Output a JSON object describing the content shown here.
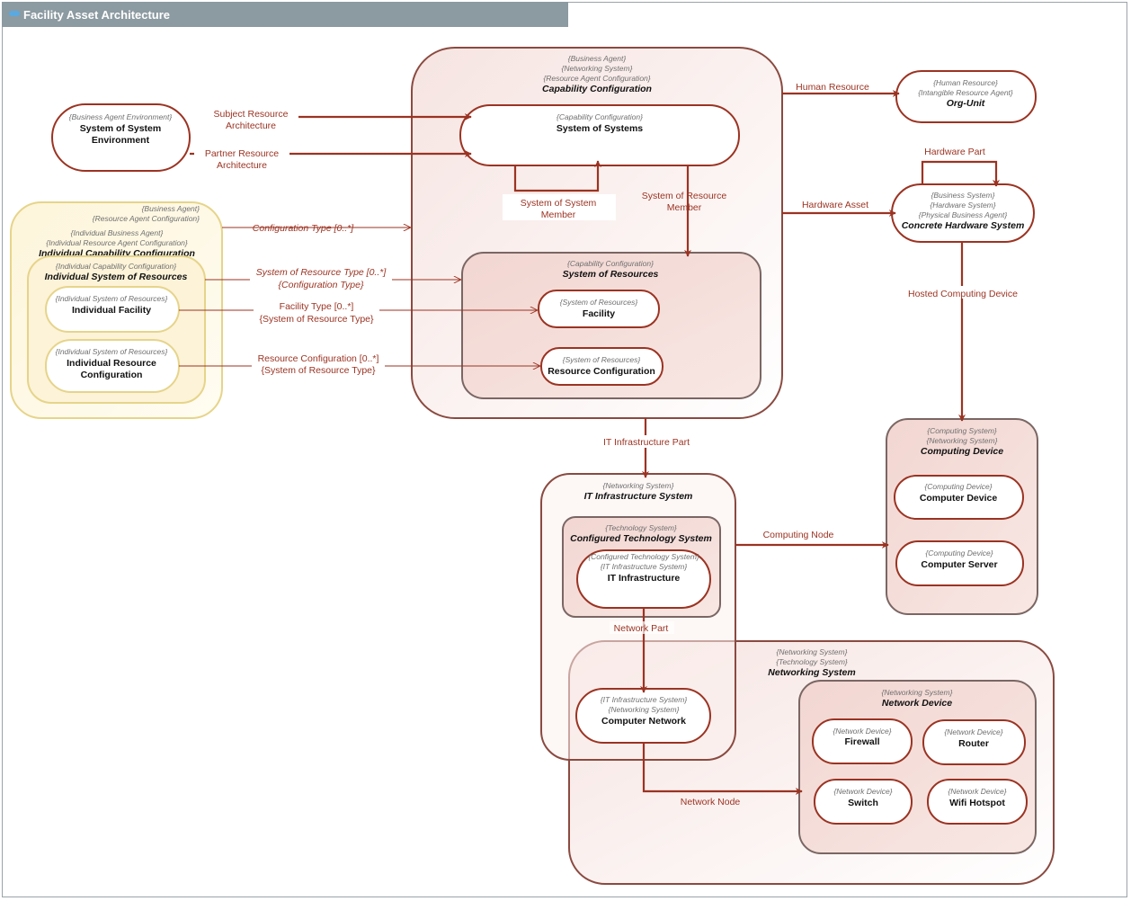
{
  "window": {
    "title": "Facility Asset Architecture"
  },
  "nodes": {
    "cap_config": {
      "stereotypes": [
        "{Business Agent}",
        "{Networking System}",
        "{Resource Agent Configuration}"
      ],
      "name": "Capability Configuration"
    },
    "sos": {
      "stereotypes": [
        "{Capability Configuration}"
      ],
      "name": "System of Systems"
    },
    "sos_env": {
      "stereotypes": [
        "{Business Agent Environment}"
      ],
      "name": [
        "System of System",
        "Environment"
      ]
    },
    "org_unit": {
      "stereotypes": [
        "{Human Resource}",
        "{Intangible Resource Agent}"
      ],
      "name": "Org-Unit"
    },
    "concrete_hw": {
      "stereotypes": [
        "{Business System}",
        "{Hardware System}",
        "{Physical Business Agent}"
      ],
      "name": "Concrete Hardware System"
    },
    "outer_yellow": {
      "stereotypes": [
        "{Business Agent}",
        "{Resource Agent Configuration}",
        "{Individual Business Agent}",
        "{Individual Resource Agent Configuration}"
      ],
      "name": "Individual Capability Configuration"
    },
    "ind_sor": {
      "stereotypes": [
        "{Individual Capability Configuration}"
      ],
      "name": "Individual System of Resources"
    },
    "ind_facility": {
      "stereotypes": [
        "{Individual System of Resources}"
      ],
      "name": "Individual Facility"
    },
    "ind_res_config": {
      "stereotypes": [
        "{Individual System of Resources}"
      ],
      "name": [
        "Individual Resource",
        "Configuration"
      ]
    },
    "sor": {
      "stereotypes": [
        "{Capability Configuration}"
      ],
      "name": "System of Resources"
    },
    "facility": {
      "stereotypes": [
        "{System of Resources}"
      ],
      "name": "Facility"
    },
    "res_config": {
      "stereotypes": [
        "{System of Resources}"
      ],
      "name": "Resource Configuration"
    },
    "computing_device": {
      "stereotypes": [
        "{Computing System}",
        "{Networking System}"
      ],
      "name": "Computing Device"
    },
    "computer_device": {
      "stereotypes": [
        "{Computing Device}"
      ],
      "name": "Computer Device"
    },
    "computer_server": {
      "stereotypes": [
        "{Computing Device}"
      ],
      "name": "Computer Server"
    },
    "it_infra_sys": {
      "stereotypes": [
        "{Networking System}"
      ],
      "name": "IT Infrastructure System"
    },
    "conf_tech_sys": {
      "stereotypes": [
        "{Technology System}"
      ],
      "name": "Configured Technology System"
    },
    "it_infra": {
      "stereotypes": [
        "{Configured Technology System}",
        "{IT Infrastructure System}"
      ],
      "name": "IT Infrastructure"
    },
    "networking_sys": {
      "stereotypes": [
        "{Networking System}",
        "{Technology System}"
      ],
      "name": "Networking System"
    },
    "computer_network": {
      "stereotypes": [
        "{IT Infrastructure System}",
        "{Networking System}"
      ],
      "name": "Computer Network"
    },
    "network_device": {
      "stereotypes": [
        "{Networking System}"
      ],
      "name": "Network Device"
    },
    "firewall": {
      "stereotypes": [
        "{Network Device}"
      ],
      "name": "Firewall"
    },
    "router": {
      "stereotypes": [
        "{Network Device}"
      ],
      "name": "Router"
    },
    "switch": {
      "stereotypes": [
        "{Network Device}"
      ],
      "name": "Switch"
    },
    "wifi": {
      "stereotypes": [
        "{Network Device}"
      ],
      "name": "Wifi Hotspot"
    }
  },
  "relations": {
    "subject_res_arch": [
      "Subject Resource",
      "Architecture"
    ],
    "partner_res_arch": [
      "Partner Resource",
      "Architecture"
    ],
    "sos_member": [
      "System of System",
      "Member"
    ],
    "sor_member": [
      "System of Resource",
      "Member"
    ],
    "human_resource": "Human Resource",
    "hardware_part": "Hardware Part",
    "hardware_asset": "Hardware Asset",
    "hosted_computing": "Hosted Computing Device",
    "config_type": "Configuration Type [0..*]",
    "sor_type": [
      "System of Resource Type [0..*]",
      "{Configuration Type}"
    ],
    "facility_type": [
      "Facility Type [0..*]",
      "{System of Resource Type}"
    ],
    "res_config_rel": [
      "Resource Configuration [0..*]",
      "{System of Resource Type}"
    ],
    "it_infra_part": "IT Infrastructure Part",
    "computing_node": "Computing Node",
    "network_part": "Network Part",
    "network_node": "Network Node"
  },
  "colors": {
    "accent": "#9b3322",
    "border_dark": "#7a6663",
    "outer_border": "#8a4a40",
    "yellow_border": "#e6d48a",
    "titlebar": "#8c9aa1"
  }
}
